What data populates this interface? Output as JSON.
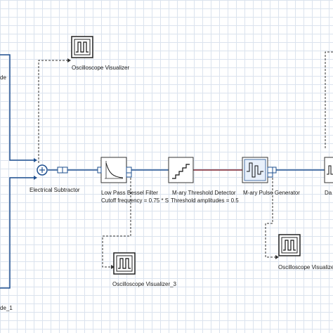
{
  "components": {
    "osc_top": "Oscilloscope Visualizer",
    "subtractor": "Electrical Subtractor",
    "bessel_name": "Low Pass Bessel Filter",
    "bessel_param": "Cutoff frequency = 0.75 * S",
    "threshold_name": "M-ary Threshold Detector",
    "threshold_param": "Threshold amplitudes = 0.5",
    "pulse_gen": "M-ary Pulse Generator",
    "right_edge": "Da",
    "osc_bottom_left": "Oscilloscope Visualizer_3",
    "osc_bottom_right": "Oscilloscope Visualize",
    "left_top": "de",
    "left_bottom": "de_1"
  },
  "colors": {
    "grid": "#dbe3ee",
    "signal_wire": "#1e4f8f",
    "electrical_wire": "#7a1f2b",
    "dashed_wire": "#333333"
  }
}
